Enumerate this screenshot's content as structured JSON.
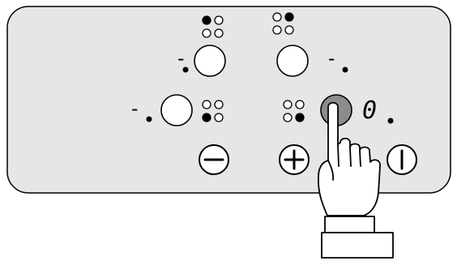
{
  "panel": {
    "colors": {
      "surface": "#e6e6e6",
      "outline": "#000000",
      "button_fill": "#ffffff",
      "active_button_fill": "#8c8c8c",
      "indicator_on": "#000000",
      "indicator_off": "#ffffff"
    }
  },
  "zones": [
    {
      "id": "back-left",
      "level": "-",
      "indicator_active_quadrant": "top-left",
      "selected": false
    },
    {
      "id": "back-right",
      "level": "-",
      "indicator_active_quadrant": "top-right",
      "selected": false
    },
    {
      "id": "front-left",
      "level": "-",
      "indicator_active_quadrant": "bottom-left",
      "selected": false
    },
    {
      "id": "front-right",
      "level": "0",
      "indicator_active_quadrant": "bottom-right",
      "selected": true
    }
  ],
  "controls": {
    "minus_icon": "minus-icon",
    "plus_icon": "plus-icon",
    "power_icon": "power-icon"
  },
  "pointer": {
    "icon": "pointing-hand-icon",
    "target": "front-right"
  }
}
